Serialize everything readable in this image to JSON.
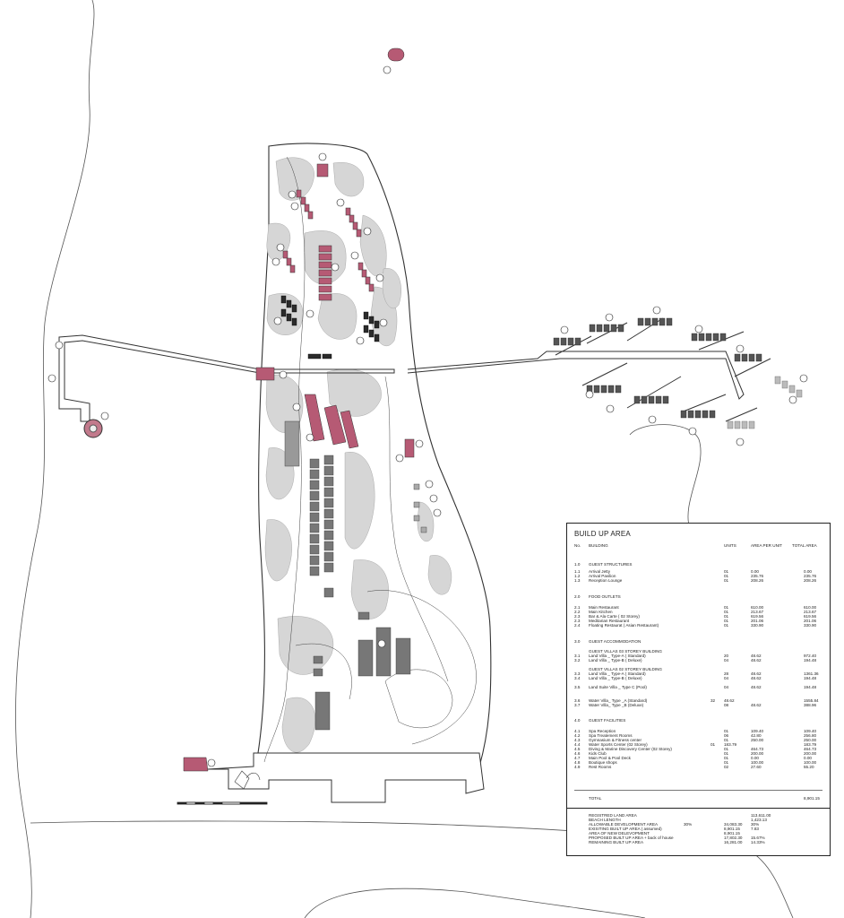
{
  "table": {
    "title": "BUILD UP AREA",
    "header": {
      "no": "No.",
      "building": "BUILDING",
      "units": "UNITS",
      "area_per_unit": "AREA PER UNIT",
      "total_area": "TOTAL AREA"
    },
    "rows": [
      {
        "no": "1.0",
        "building": "GUEST STRUCTURES",
        "units": "",
        "apu": "",
        "total": "",
        "extra": "",
        "section": true
      },
      {
        "no": "1.1",
        "building": "Arrival Jetty",
        "units": "01",
        "apu": "0.00",
        "total": "0.00",
        "extra": ""
      },
      {
        "no": "1.2",
        "building": "Arrival Pavilion",
        "units": "01",
        "apu": "235.76",
        "total": "235.76",
        "extra": ""
      },
      {
        "no": "1.3",
        "building": "Reception Lounge",
        "units": "01",
        "apu": "208.26",
        "total": "208.26",
        "extra": ""
      },
      {
        "no": "2.0",
        "building": "FOOD OUTLETS",
        "units": "",
        "apu": "",
        "total": "",
        "extra": "",
        "section": true
      },
      {
        "no": "2.1",
        "building": "Main Restaurant",
        "units": "01",
        "apu": "610.00",
        "total": "610.00",
        "extra": ""
      },
      {
        "no": "2.2",
        "building": "Main Kitchen",
        "units": "01",
        "apu": "213.67",
        "total": "213.67",
        "extra": ""
      },
      {
        "no": "2.3",
        "building": "Bar & Ala Carte ( 02 Storey)",
        "units": "01",
        "apu": "619.56",
        "total": "619.56",
        "extra": ""
      },
      {
        "no": "2.3",
        "building": "Meditarian Restaurant",
        "units": "01",
        "apu": "201.06",
        "total": "201.06",
        "extra": ""
      },
      {
        "no": "2.4",
        "building": "Floating Restaurat ( Asian Restaurant)",
        "units": "01",
        "apu": "330.90",
        "total": "330.90",
        "extra": ""
      },
      {
        "no": "3.0",
        "building": "GUEST ACCOMMODATION",
        "units": "",
        "apu": "",
        "total": "",
        "extra": "",
        "section": true
      },
      {
        "no": "",
        "building": "GUEST VILLAS 03 STOREY BUILDING",
        "units": "",
        "apu": "",
        "total": "",
        "extra": ""
      },
      {
        "no": "3.1",
        "building": "Land Villa _ Type-A ( Standard)",
        "units": "20",
        "apu": "48.62",
        "total": "972.40",
        "extra": ""
      },
      {
        "no": "3.2",
        "building": "Land Villa _ Type-B ( Deluxe)",
        "units": "04",
        "apu": "48.62",
        "total": "194.48",
        "extra": ""
      },
      {
        "no": "",
        "building": "GUEST VILLAS 02 STOREY BUILDING",
        "units": "",
        "apu": "",
        "total": "",
        "extra": ""
      },
      {
        "no": "3.3",
        "building": "Land Villa _ Type-A ( Standard)",
        "units": "28",
        "apu": "48.62",
        "total": "1361.36",
        "extra": ""
      },
      {
        "no": "3.4",
        "building": "Land Villa _ Type-B ( Deluxe)",
        "units": "04",
        "apu": "48.62",
        "total": "194.48",
        "extra": ""
      },
      {
        "no": "3.5",
        "building": "Land Suite Villa _ Type C (Pool)",
        "units": "04",
        "apu": "48.62",
        "total": "194.48",
        "extra": ""
      },
      {
        "no": "3.6",
        "building": "Water Villa_ Type _A (Standard)",
        "units": "48.62",
        "apu": "",
        "total": "1555.84",
        "extra": "32"
      },
      {
        "no": "3.7",
        "building": "Water Villa_ Type _B (Deluxe)",
        "units": "08",
        "apu": "48.62",
        "total": "388.96",
        "extra": ""
      },
      {
        "no": "4.0",
        "building": "GUEST FACILITIES",
        "units": "",
        "apu": "",
        "total": "",
        "extra": "",
        "section": true
      },
      {
        "no": "4.1",
        "building": "Spa Reception",
        "units": "01",
        "apu": "109.40",
        "total": "109.40",
        "extra": ""
      },
      {
        "no": "4.2",
        "building": "Spa Treatement Rooms",
        "units": "06",
        "apu": "42.80",
        "total": "256.80",
        "extra": ""
      },
      {
        "no": "4.3",
        "building": "Gymnasium & Fitness center",
        "units": "01",
        "apu": "250.00",
        "total": "250.00",
        "extra": ""
      },
      {
        "no": "4.4",
        "building": "Water Sports Center (02 Storey)",
        "units": "183.79",
        "apu": "",
        "total": "183.79",
        "extra": "01"
      },
      {
        "no": "4.5",
        "building": "Diving & Marine Discovery Center (02 Storey)",
        "units": "01",
        "apu": "464.73",
        "total": "464.73",
        "extra": ""
      },
      {
        "no": "4.6",
        "building": "Kids Club",
        "units": "01",
        "apu": "200.00",
        "total": "200.00",
        "extra": ""
      },
      {
        "no": "4.7",
        "building": "Main Pool & Pool Deck",
        "units": "01",
        "apu": "0.00",
        "total": "0.00",
        "extra": ""
      },
      {
        "no": "4.8",
        "building": "Boutique shops",
        "units": "01",
        "apu": "100.00",
        "total": "100.00",
        "extra": ""
      },
      {
        "no": "4.9",
        "building": "Rest Rooms",
        "units": "02",
        "apu": "27.60",
        "total": "55.20",
        "extra": ""
      }
    ],
    "total_label": "TOTAL",
    "total_value": "8,901.15",
    "summary": [
      {
        "label": "REGISTRED LAND AREA",
        "pct": "",
        "val1": "",
        "val2": "113,611.00",
        "val3": ""
      },
      {
        "label": "BEACH LENGTH",
        "pct": "",
        "val1": "",
        "val2": "1,423.13",
        "val3": ""
      },
      {
        "label": "ALLOWABLE DEVELOPMENT AREA",
        "pct": "30%",
        "val1": "34,083.30",
        "val2": "30%",
        "val3": ""
      },
      {
        "label": "EXISITING BUILT UP AREA ( assumed)",
        "pct": "",
        "val1": "8,901.15",
        "val2": "7.83",
        "val3": ""
      },
      {
        "label": "AREA OF NEW DELEVOPMENT",
        "pct": "",
        "val1": "8,901.15",
        "val2": "",
        "val3": ""
      },
      {
        "label": "PROPOSED BUILT UP AREA + back of house",
        "pct": "",
        "val1": "17,802.30",
        "val2": "15.67%",
        "val3": ""
      },
      {
        "label": "REMAINING BUILT UP AREA",
        "pct": "",
        "val1": "16,281.00",
        "val2": "14.33%",
        "val3": ""
      }
    ]
  },
  "colors": {
    "roof": "#b65a74",
    "shade": "#d4d4d4",
    "building": "#6e6e6e",
    "line": "#333333"
  }
}
